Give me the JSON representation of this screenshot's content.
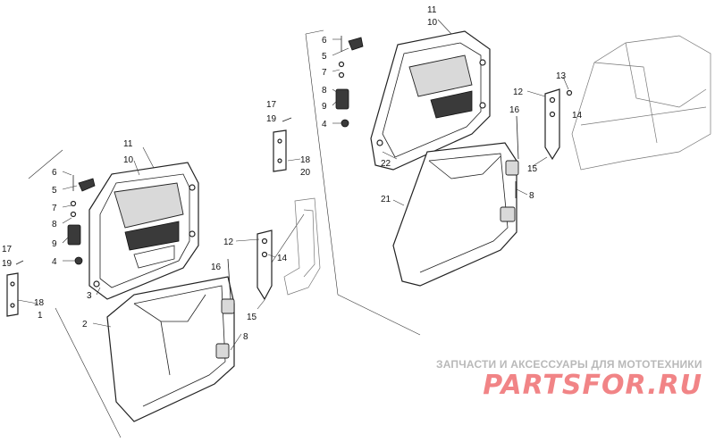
{
  "watermark": {
    "caption": "ЗАПЧАСТИ И АКСЕССУАРЫ ДЛЯ МОТОТЕХНИКИ",
    "logo": "PARTSFOR.RU",
    "color": "#ef6f72"
  },
  "callouts": {
    "left_assembly": [
      "1",
      "2",
      "3",
      "4",
      "5",
      "6",
      "7",
      "8",
      "9",
      "10",
      "11",
      "12",
      "14",
      "15",
      "16",
      "17",
      "18",
      "19"
    ],
    "right_assembly": [
      "4",
      "5",
      "6",
      "7",
      "8",
      "9",
      "10",
      "11",
      "12",
      "13",
      "14",
      "15",
      "16",
      "17",
      "18",
      "19",
      "20",
      "21",
      "22"
    ]
  },
  "labels": {
    "l1": "1",
    "l2": "2",
    "l3": "3",
    "l4": "4",
    "l5": "5",
    "l6": "6",
    "l7": "7",
    "l8": "8",
    "l9": "9",
    "l10": "10",
    "l11": "11",
    "l12": "12",
    "l14": "14",
    "l15": "15",
    "l16": "16",
    "l8b": "8",
    "l17": "17",
    "l19": "19",
    "l18": "18",
    "r4": "4",
    "r5": "5",
    "r6": "6",
    "r7": "7",
    "r8": "8",
    "r9": "9",
    "r10": "10",
    "r11": "11",
    "r12": "12",
    "r13": "13",
    "r14": "14",
    "r15": "15",
    "r16": "16",
    "r8b": "8",
    "r17": "17",
    "r19": "19",
    "r18": "18",
    "r20": "20",
    "r21": "21",
    "r22": "22"
  }
}
